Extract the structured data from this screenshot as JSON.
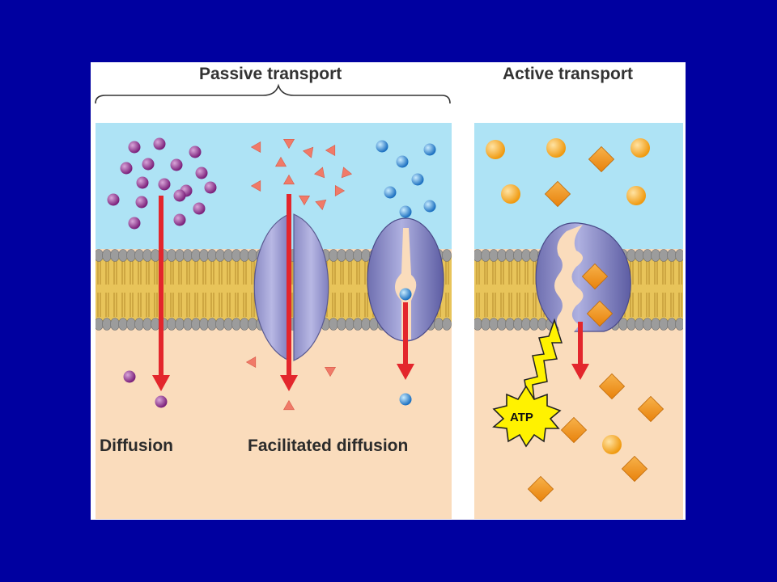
{
  "headings": {
    "passive": "Passive transport",
    "active": "Active transport"
  },
  "labels": {
    "diffusion": "Diffusion",
    "facilitated": "Facilitated diffusion",
    "atp": "ATP"
  },
  "colors": {
    "background": "#0000a0",
    "outside": "#aee3f5",
    "inside": "#fadcbc",
    "lipid_tail": "#e8c45a",
    "lipid_head": "#9c9c9c",
    "protein": "#a3a3d6",
    "arrow": "#e3262c",
    "purple_molecule": "#8a2a8a",
    "pink_molecule": "#f07a68",
    "blue_molecule": "#2f86d0",
    "orange_molecule": "#f0a020",
    "atp_burst": "#fff200"
  },
  "icons": [
    "brace-icon",
    "arrow-down-icon",
    "lightning-bolt-icon",
    "atp-burst-icon"
  ]
}
